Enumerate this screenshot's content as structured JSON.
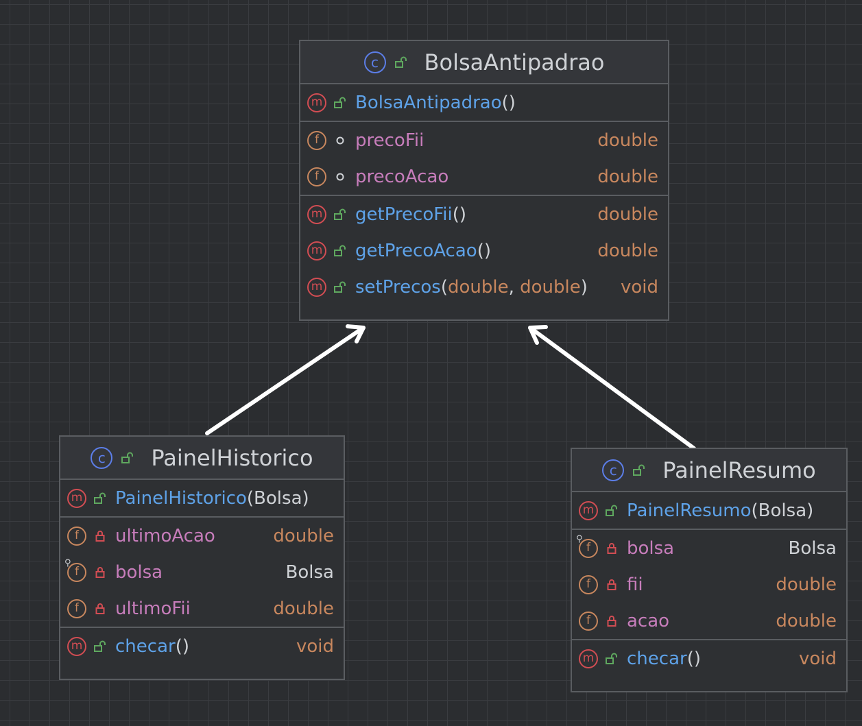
{
  "classes": {
    "bolsa": {
      "name": "BolsaAntipadrao",
      "constructor": {
        "name": "BolsaAntipadrao",
        "open": "(",
        "close": ")"
      },
      "fields": [
        {
          "name": "precoFii",
          "type": "double"
        },
        {
          "name": "precoAcao",
          "type": "double"
        }
      ],
      "methods": [
        {
          "name": "getPrecoFii",
          "params": "()",
          "type": "double"
        },
        {
          "name": "getPrecoAcao",
          "params": "()",
          "type": "double"
        },
        {
          "name": "setPrecos",
          "open": "(",
          "p1": "double",
          "comma": ", ",
          "p2": "double",
          "close": ")",
          "type": "void"
        }
      ]
    },
    "historico": {
      "name": "PainelHistorico",
      "constructor": {
        "name": "PainelHistorico",
        "params": "(Bolsa)"
      },
      "fields": [
        {
          "name": "ultimoAcao",
          "type": "double"
        },
        {
          "name": "bolsa",
          "type": "Bolsa"
        },
        {
          "name": "ultimoFii",
          "type": "double"
        }
      ],
      "methods": [
        {
          "name": "checar",
          "params": "()",
          "type": "void"
        }
      ]
    },
    "resumo": {
      "name": "PainelResumo",
      "constructor": {
        "name": "PainelResumo",
        "params": "(Bolsa)"
      },
      "fields": [
        {
          "name": "bolsa",
          "type": "Bolsa"
        },
        {
          "name": "fii",
          "type": "double"
        },
        {
          "name": "acao",
          "type": "double"
        }
      ],
      "methods": [
        {
          "name": "checar",
          "params": "()",
          "type": "void"
        }
      ]
    }
  },
  "icons": {
    "class_letter": "c",
    "method_letter": "m",
    "field_letter": "f"
  },
  "colors": {
    "background": "#2b2d30",
    "grid": "#3a3c40",
    "method_name": "#5ea2e8",
    "field_name": "#c77dbb",
    "type": "#c8875e",
    "method_icon": "#d24d53",
    "field_icon": "#c8875e",
    "class_icon": "#5c7ee8",
    "public_icon": "#5fa85f",
    "private_icon": "#d24d53"
  }
}
